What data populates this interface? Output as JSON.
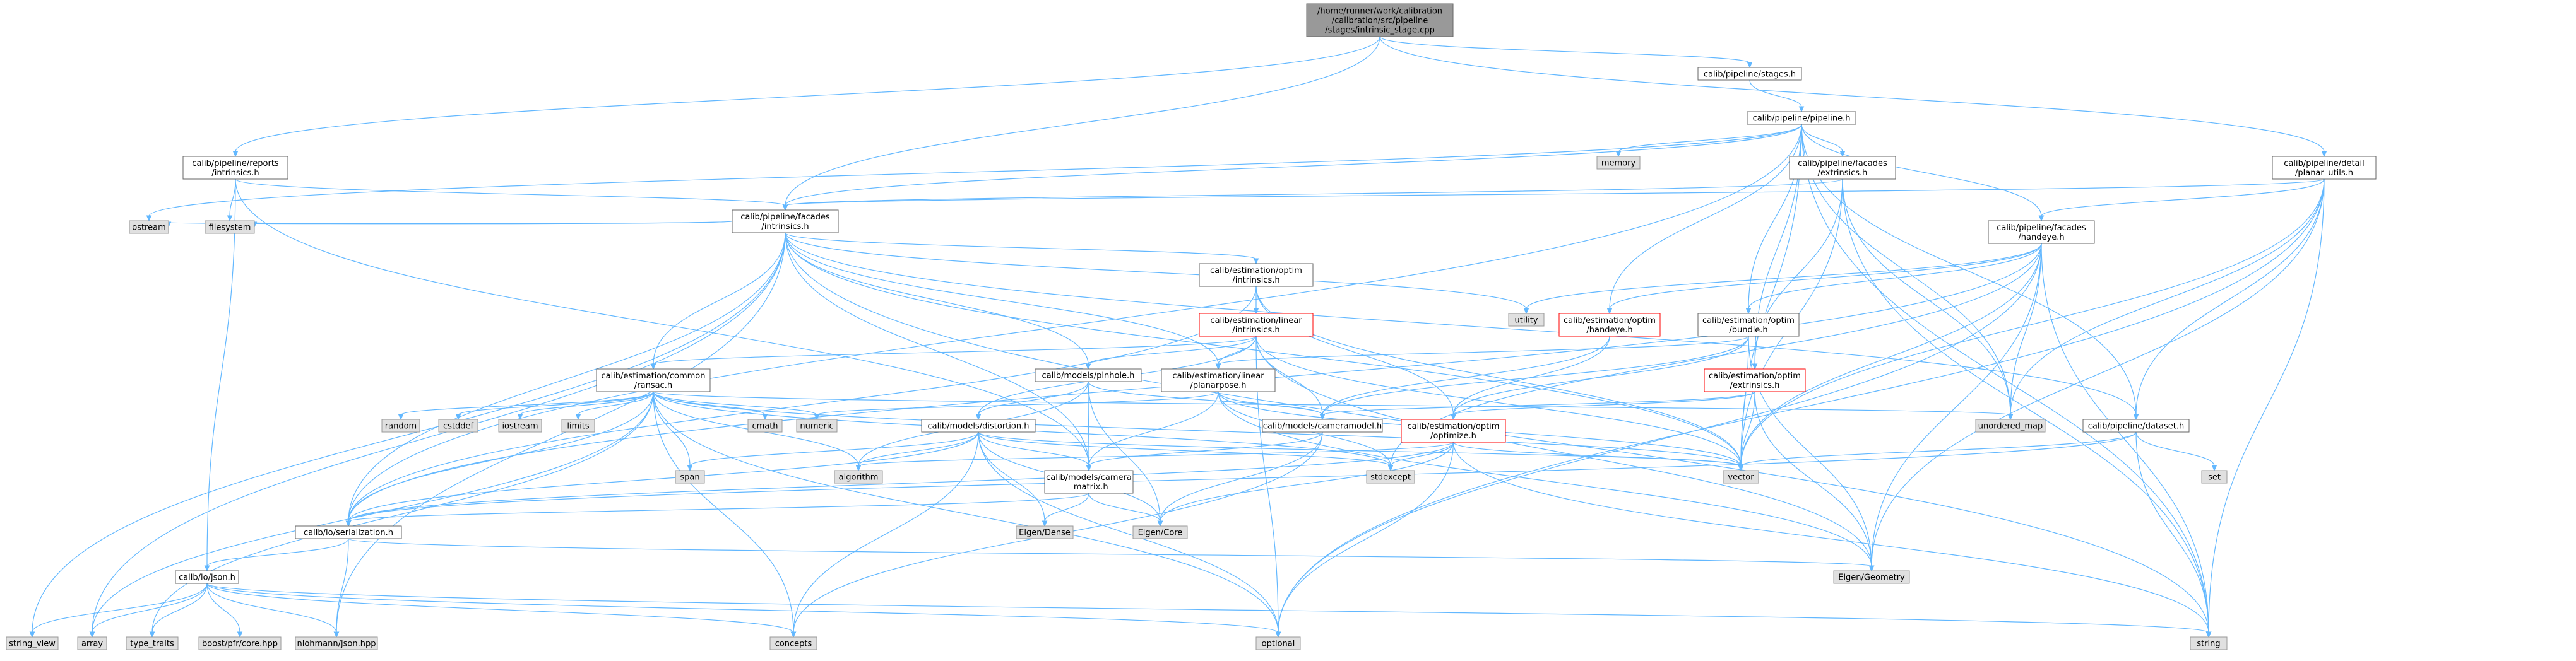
{
  "colors": {
    "root_fill": "#999999",
    "root_stroke": "#666666",
    "file_fill": "#ffffff",
    "file_stroke": "#666666",
    "red_text": "#ff0000",
    "red_stroke": "#ff0000",
    "system_fill": "#e0e0e0",
    "system_stroke": "#999999",
    "edge": "#63b8ff"
  },
  "nodes": [
    {
      "id": "root",
      "kind": "root",
      "lines": [
        "/home/runner/work/calibration",
        "/calibration/src/pipeline",
        "/stages/intrinsic_stage.cpp"
      ]
    },
    {
      "id": "stages",
      "kind": "file",
      "lines": [
        "calib/pipeline/stages.h"
      ]
    },
    {
      "id": "pipeline",
      "kind": "file",
      "lines": [
        "calib/pipeline/pipeline.h"
      ]
    },
    {
      "id": "reports_intr",
      "kind": "file",
      "lines": [
        "calib/pipeline/reports",
        "/intrinsics.h"
      ]
    },
    {
      "id": "facades_ext",
      "kind": "file",
      "lines": [
        "calib/pipeline/facades",
        "/extrinsics.h"
      ]
    },
    {
      "id": "detail_planar",
      "kind": "file",
      "lines": [
        "calib/pipeline/detail",
        "/planar_utils.h"
      ]
    },
    {
      "id": "facades_intr",
      "kind": "file",
      "lines": [
        "calib/pipeline/facades",
        "/intrinsics.h"
      ]
    },
    {
      "id": "optim_intr",
      "kind": "file",
      "lines": [
        "calib/estimation/optim",
        "/intrinsics.h"
      ]
    },
    {
      "id": "facades_handeye",
      "kind": "file",
      "lines": [
        "calib/pipeline/facades",
        "/handeye.h"
      ]
    },
    {
      "id": "linear_intr",
      "kind": "red",
      "lines": [
        "calib/estimation/linear",
        "/intrinsics.h"
      ]
    },
    {
      "id": "optim_handeye",
      "kind": "red",
      "lines": [
        "calib/estimation/optim",
        "/handeye.h"
      ]
    },
    {
      "id": "optim_bundle",
      "kind": "file",
      "lines": [
        "calib/estimation/optim",
        "/bundle.h"
      ]
    },
    {
      "id": "common_ransac",
      "kind": "file",
      "lines": [
        "calib/estimation/common",
        "/ransac.h"
      ]
    },
    {
      "id": "pinhole",
      "kind": "file",
      "lines": [
        "calib/models/pinhole.h"
      ]
    },
    {
      "id": "linear_planar",
      "kind": "file",
      "lines": [
        "calib/estimation/linear",
        "/planarpose.h"
      ]
    },
    {
      "id": "optim_ext",
      "kind": "red",
      "lines": [
        "calib/estimation/optim",
        "/extrinsics.h"
      ]
    },
    {
      "id": "distortion",
      "kind": "file",
      "lines": [
        "calib/models/distortion.h"
      ]
    },
    {
      "id": "cameramodel",
      "kind": "file",
      "lines": [
        "calib/models/cameramodel.h"
      ]
    },
    {
      "id": "optim_optimize",
      "kind": "red",
      "lines": [
        "calib/estimation/optim",
        "/optimize.h"
      ]
    },
    {
      "id": "dataset",
      "kind": "file",
      "lines": [
        "calib/pipeline/dataset.h"
      ]
    },
    {
      "id": "camera_matrix",
      "kind": "file",
      "lines": [
        "calib/models/camera",
        "_matrix.h"
      ]
    },
    {
      "id": "serialization",
      "kind": "file",
      "lines": [
        "calib/io/serialization.h"
      ]
    },
    {
      "id": "json",
      "kind": "file",
      "lines": [
        "calib/io/json.h"
      ]
    },
    {
      "id": "memory",
      "kind": "sys",
      "lines": [
        "memory"
      ]
    },
    {
      "id": "ostream",
      "kind": "sys",
      "lines": [
        "ostream"
      ]
    },
    {
      "id": "filesystem",
      "kind": "sys",
      "lines": [
        "filesystem"
      ]
    },
    {
      "id": "utility",
      "kind": "sys",
      "lines": [
        "utility"
      ]
    },
    {
      "id": "random",
      "kind": "sys",
      "lines": [
        "random"
      ]
    },
    {
      "id": "cstddef",
      "kind": "sys",
      "lines": [
        "cstddef"
      ]
    },
    {
      "id": "iostream",
      "kind": "sys",
      "lines": [
        "iostream"
      ]
    },
    {
      "id": "limits",
      "kind": "sys",
      "lines": [
        "limits"
      ]
    },
    {
      "id": "cmath",
      "kind": "sys",
      "lines": [
        "cmath"
      ]
    },
    {
      "id": "numeric",
      "kind": "sys",
      "lines": [
        "numeric"
      ]
    },
    {
      "id": "unordered_map",
      "kind": "sys",
      "lines": [
        "unordered_map"
      ]
    },
    {
      "id": "set",
      "kind": "sys",
      "lines": [
        "set"
      ]
    },
    {
      "id": "span",
      "kind": "sys",
      "lines": [
        "span"
      ]
    },
    {
      "id": "algorithm",
      "kind": "sys",
      "lines": [
        "algorithm"
      ]
    },
    {
      "id": "stdexcept",
      "kind": "sys",
      "lines": [
        "stdexcept"
      ]
    },
    {
      "id": "vector",
      "kind": "sys",
      "lines": [
        "vector"
      ]
    },
    {
      "id": "eigen_dense",
      "kind": "sys",
      "lines": [
        "Eigen/Dense"
      ]
    },
    {
      "id": "eigen_core",
      "kind": "sys",
      "lines": [
        "Eigen/Core"
      ]
    },
    {
      "id": "eigen_geometry",
      "kind": "sys",
      "lines": [
        "Eigen/Geometry"
      ]
    },
    {
      "id": "string_view",
      "kind": "sys",
      "lines": [
        "string_view"
      ]
    },
    {
      "id": "array",
      "kind": "sys",
      "lines": [
        "array"
      ]
    },
    {
      "id": "type_traits",
      "kind": "sys",
      "lines": [
        "type_traits"
      ]
    },
    {
      "id": "boost_pfr",
      "kind": "sys",
      "lines": [
        "boost/pfr/core.hpp"
      ]
    },
    {
      "id": "nlohmann",
      "kind": "sys",
      "lines": [
        "nlohmann/json.hpp"
      ]
    },
    {
      "id": "concepts",
      "kind": "sys",
      "lines": [
        "concepts"
      ]
    },
    {
      "id": "optional",
      "kind": "sys",
      "lines": [
        "optional"
      ]
    },
    {
      "id": "string",
      "kind": "sys",
      "lines": [
        "string"
      ]
    }
  ],
  "edges": [
    [
      "root",
      "stages"
    ],
    [
      "root",
      "reports_intr"
    ],
    [
      "root",
      "facades_intr"
    ],
    [
      "root",
      "detail_planar"
    ],
    [
      "stages",
      "pipeline"
    ],
    [
      "pipeline",
      "memory"
    ],
    [
      "pipeline",
      "facades_ext"
    ],
    [
      "pipeline",
      "facades_intr"
    ],
    [
      "pipeline",
      "facades_handeye"
    ],
    [
      "pipeline",
      "optim_bundle"
    ],
    [
      "pipeline",
      "optim_handeye"
    ],
    [
      "pipeline",
      "optim_ext"
    ],
    [
      "pipeline",
      "dataset"
    ],
    [
      "pipeline",
      "unordered_map"
    ],
    [
      "pipeline",
      "vector"
    ],
    [
      "pipeline",
      "string"
    ],
    [
      "pipeline",
      "ostream"
    ],
    [
      "pipeline",
      "serialization"
    ],
    [
      "reports_intr",
      "facades_intr"
    ],
    [
      "reports_intr",
      "filesystem"
    ],
    [
      "reports_intr",
      "json"
    ],
    [
      "reports_intr",
      "camera_matrix"
    ],
    [
      "facades_ext",
      "facades_intr"
    ],
    [
      "facades_ext",
      "optim_ext"
    ],
    [
      "facades_ext",
      "vector"
    ],
    [
      "facades_ext",
      "string"
    ],
    [
      "facades_ext",
      "unordered_map"
    ],
    [
      "detail_planar",
      "facades_intr"
    ],
    [
      "detail_planar",
      "facades_handeye"
    ],
    [
      "detail_planar",
      "dataset"
    ],
    [
      "detail_planar",
      "unordered_map"
    ],
    [
      "detail_planar",
      "vector"
    ],
    [
      "detail_planar",
      "optional"
    ],
    [
      "detail_planar",
      "string"
    ],
    [
      "detail_planar",
      "eigen_geometry"
    ],
    [
      "facades_intr",
      "ostream"
    ],
    [
      "facades_intr",
      "filesystem"
    ],
    [
      "facades_intr",
      "optim_intr"
    ],
    [
      "facades_intr",
      "common_ransac"
    ],
    [
      "facades_intr",
      "pinhole"
    ],
    [
      "facades_intr",
      "linear_planar"
    ],
    [
      "facades_intr",
      "utility"
    ],
    [
      "facades_intr",
      "vector"
    ],
    [
      "facades_intr",
      "string"
    ],
    [
      "facades_intr",
      "serialization"
    ],
    [
      "facades_intr",
      "array"
    ],
    [
      "facades_intr",
      "string_view"
    ],
    [
      "facades_intr",
      "nlohmann"
    ],
    [
      "facades_intr",
      "dataset"
    ],
    [
      "facades_intr",
      "camera_matrix"
    ],
    [
      "optim_intr",
      "linear_intr"
    ],
    [
      "optim_intr",
      "optim_optimize"
    ],
    [
      "optim_intr",
      "vector"
    ],
    [
      "optim_intr",
      "serialization"
    ],
    [
      "facades_handeye",
      "optim_handeye"
    ],
    [
      "facades_handeye",
      "optim_bundle"
    ],
    [
      "facades_handeye",
      "utility"
    ],
    [
      "facades_handeye",
      "unordered_map"
    ],
    [
      "facades_handeye",
      "vector"
    ],
    [
      "facades_handeye",
      "string"
    ],
    [
      "facades_handeye",
      "eigen_geometry"
    ],
    [
      "facades_handeye",
      "optional"
    ],
    [
      "facades_handeye",
      "stdexcept"
    ],
    [
      "facades_handeye",
      "serialization"
    ],
    [
      "linear_intr",
      "common_ransac"
    ],
    [
      "linear_intr",
      "pinhole"
    ],
    [
      "linear_intr",
      "linear_planar"
    ],
    [
      "linear_intr",
      "distortion"
    ],
    [
      "linear_intr",
      "cameramodel"
    ],
    [
      "linear_intr",
      "optional"
    ],
    [
      "linear_intr",
      "vector"
    ],
    [
      "linear_intr",
      "eigen_geometry"
    ],
    [
      "optim_handeye",
      "optim_optimize"
    ],
    [
      "optim_handeye",
      "cameramodel"
    ],
    [
      "optim_bundle",
      "optim_optimize"
    ],
    [
      "optim_bundle",
      "cameramodel"
    ],
    [
      "optim_bundle",
      "linear_planar"
    ],
    [
      "optim_bundle",
      "vector"
    ],
    [
      "optim_bundle",
      "eigen_geometry"
    ],
    [
      "common_ransac",
      "random"
    ],
    [
      "common_ransac",
      "cstddef"
    ],
    [
      "common_ransac",
      "iostream"
    ],
    [
      "common_ransac",
      "limits"
    ],
    [
      "common_ransac",
      "cmath"
    ],
    [
      "common_ransac",
      "numeric"
    ],
    [
      "common_ransac",
      "unordered_map"
    ],
    [
      "common_ransac",
      "algorithm"
    ],
    [
      "common_ransac",
      "span"
    ],
    [
      "common_ransac",
      "vector"
    ],
    [
      "common_ransac",
      "serialization"
    ],
    [
      "common_ransac",
      "concepts"
    ],
    [
      "common_ransac",
      "optional"
    ],
    [
      "common_ransac",
      "array"
    ],
    [
      "common_ransac",
      "type_traits"
    ],
    [
      "common_ransac",
      "stdexcept"
    ],
    [
      "pinhole",
      "distortion"
    ],
    [
      "pinhole",
      "camera_matrix"
    ],
    [
      "pinhole",
      "cameramodel"
    ],
    [
      "pinhole",
      "eigen_core"
    ],
    [
      "pinhole",
      "algorithm"
    ],
    [
      "linear_planar",
      "cameramodel"
    ],
    [
      "linear_planar",
      "camera_matrix"
    ],
    [
      "linear_planar",
      "vector"
    ],
    [
      "linear_planar",
      "stdexcept"
    ],
    [
      "linear_planar",
      "numeric"
    ],
    [
      "linear_planar",
      "eigen_geometry"
    ],
    [
      "optim_ext",
      "optim_optimize"
    ],
    [
      "optim_ext",
      "cameramodel"
    ],
    [
      "optim_ext",
      "vector"
    ],
    [
      "optim_ext",
      "eigen_geometry"
    ],
    [
      "distortion",
      "camera_matrix"
    ],
    [
      "distortion",
      "eigen_dense"
    ],
    [
      "distortion",
      "eigen_core"
    ],
    [
      "distortion",
      "algorithm"
    ],
    [
      "distortion",
      "span"
    ],
    [
      "distortion",
      "vector"
    ],
    [
      "distortion",
      "concepts"
    ],
    [
      "distortion",
      "optional"
    ],
    [
      "distortion",
      "stdexcept"
    ],
    [
      "distortion",
      "serialization"
    ],
    [
      "cameramodel",
      "camera_matrix"
    ],
    [
      "cameramodel",
      "eigen_core"
    ],
    [
      "cameramodel",
      "concepts"
    ],
    [
      "optim_optimize",
      "vector"
    ],
    [
      "optim_optimize",
      "eigen_core"
    ],
    [
      "optim_optimize",
      "algorithm"
    ],
    [
      "optim_optimize",
      "stdexcept"
    ],
    [
      "optim_optimize",
      "optional"
    ],
    [
      "optim_optimize",
      "string"
    ],
    [
      "optim_optimize",
      "serialization"
    ],
    [
      "dataset",
      "set"
    ],
    [
      "dataset",
      "string"
    ],
    [
      "dataset",
      "vector"
    ],
    [
      "dataset",
      "serialization"
    ],
    [
      "camera_matrix",
      "eigen_core"
    ],
    [
      "camera_matrix",
      "eigen_dense"
    ],
    [
      "camera_matrix",
      "serialization"
    ],
    [
      "serialization",
      "json"
    ],
    [
      "serialization",
      "eigen_geometry"
    ],
    [
      "serialization",
      "nlohmann"
    ],
    [
      "json",
      "string_view"
    ],
    [
      "json",
      "array"
    ],
    [
      "json",
      "type_traits"
    ],
    [
      "json",
      "boost_pfr"
    ],
    [
      "json",
      "nlohmann"
    ],
    [
      "json",
      "concepts"
    ],
    [
      "json",
      "optional"
    ],
    [
      "json",
      "string"
    ]
  ]
}
